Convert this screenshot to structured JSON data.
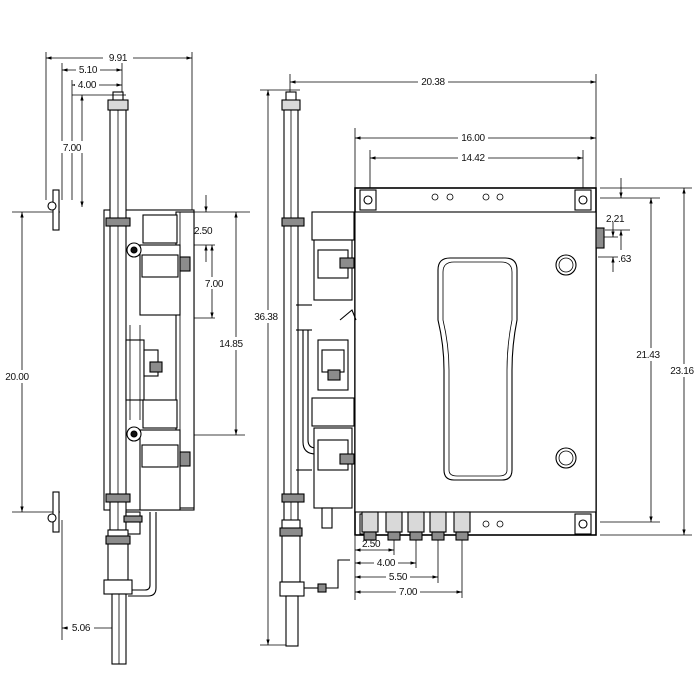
{
  "side_view": {
    "dims": {
      "overall_depth": "9.91",
      "depth_5_10": "5.10",
      "depth_4_00": "4.00",
      "top_fitting_height": "7.00",
      "mount_spacing_height": "20.00",
      "upper_offset": "2.50",
      "inner_height": "7.00",
      "valve_spacing": "14.85",
      "bottom_offset": "5.06"
    }
  },
  "front_view": {
    "dims": {
      "overall_width": "20.38",
      "overall_height": "36.38",
      "enclosure_width": "16.00",
      "mount_hole_spacing": "14.42",
      "side_offset": "2.21",
      "small_offset": ".63",
      "door_height": "21.43",
      "enclosure_height": "23.16",
      "port_2_50": "2.50",
      "port_4_00": "4.00",
      "port_5_50": "5.50",
      "port_7_00": "7.00"
    }
  }
}
